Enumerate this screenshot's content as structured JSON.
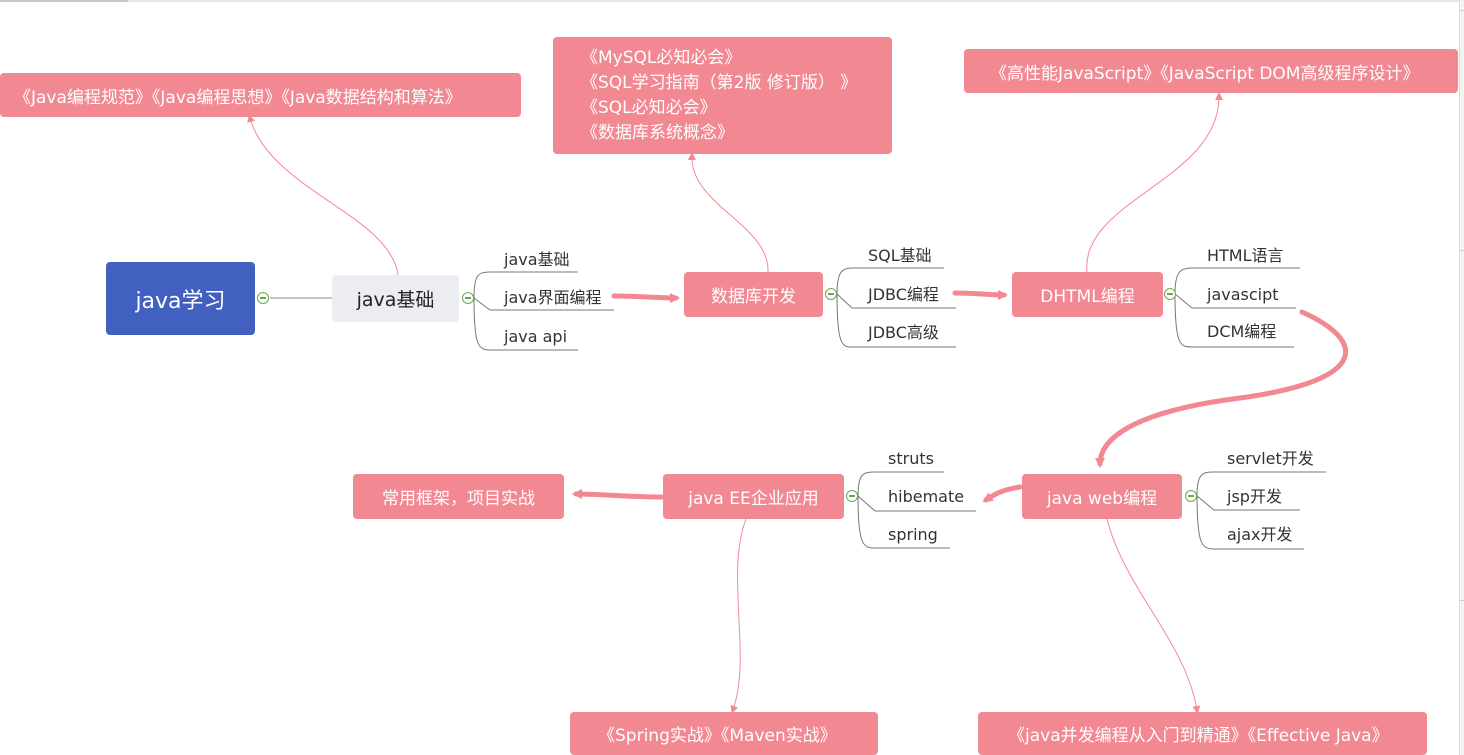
{
  "root": {
    "label": "java学习"
  },
  "java_basics": {
    "label": "java基础",
    "children": [
      "java基础",
      "java界面编程",
      "java api"
    ],
    "note": "《Java编程规范》《Java编程思想》《Java数据结构和算法》"
  },
  "database": {
    "label": "数据库开发",
    "children": [
      "SQL基础",
      "JDBC编程",
      "JDBC高级"
    ],
    "note_lines": [
      "《MySQL必知必会》",
      "《SQL学习指南（第2版 修订版）  》",
      "《SQL必知必会》",
      "《数据库系统概念》"
    ]
  },
  "dhtml": {
    "label": "DHTML编程",
    "children": [
      "HTML语言",
      "javascipt",
      "DCM编程"
    ],
    "note": "《高性能JavaScript》《JavaScript DOM高级程序设计》"
  },
  "javaweb": {
    "label": "java web编程",
    "children": [
      "servlet开发",
      "jsp开发",
      "ajax开发"
    ],
    "note": "《java并发编程从入门到精通》《Effective Java》"
  },
  "javaee": {
    "label": "java EE企业应用",
    "children": [
      "struts",
      "hibemate",
      "spring"
    ],
    "note": "《Spring实战》《Maven实战》"
  },
  "frameworks": {
    "label": "常用框架，项目实战"
  },
  "colors": {
    "accent": "#f28892",
    "root": "#4160bf",
    "topic": "#ebedf3",
    "toggle": "#6aa84f"
  }
}
